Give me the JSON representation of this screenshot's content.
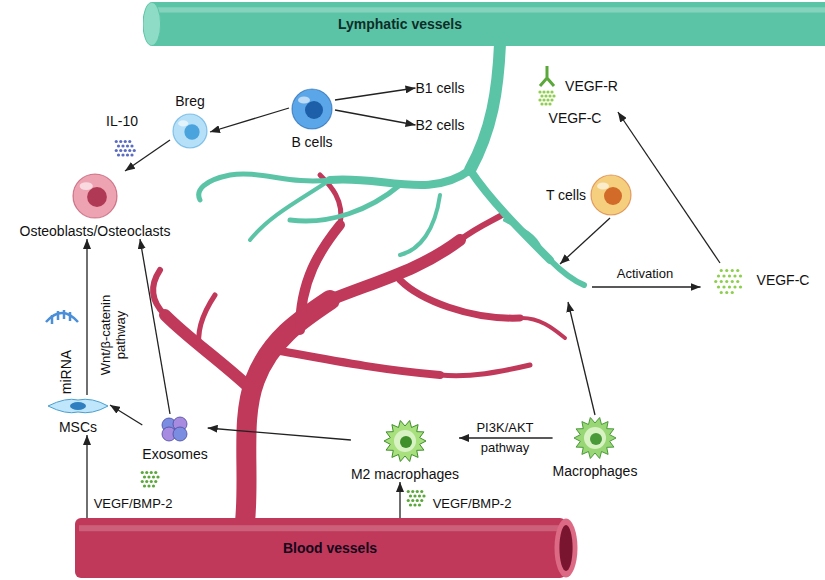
{
  "diagram": {
    "nodes": [
      {
        "text": [
          "Lymphatic vessels"
        ]
      },
      {
        "text": [
          "VEGF-R",
          "VEGF-C"
        ]
      },
      {
        "text": [
          "B cells"
        ]
      },
      {
        "text": [
          "B1 cells"
        ]
      },
      {
        "text": [
          "Breg"
        ]
      },
      {
        "text": [
          "B2 cells"
        ]
      },
      {
        "text": [
          "Osteoblasts/Osteoclasts"
        ]
      },
      {
        "text": [
          "T cells"
        ]
      },
      {
        "text": [
          "VEGF-C"
        ]
      },
      {
        "text": [
          "MSCs"
        ]
      },
      {
        "text": [
          "Exosomes"
        ]
      },
      {
        "text": [
          "M2 macrophages"
        ]
      },
      {
        "text": [
          "Macrophages"
        ]
      },
      {
        "text": [
          "Blood vessels"
        ]
      }
    ],
    "edges": [
      {
        "from": 2,
        "to": 4,
        "arrow": "to"
      },
      {
        "from": 2,
        "to": 3,
        "arrow": "to"
      },
      {
        "from": 2,
        "to": 5,
        "arrow": "to"
      },
      {
        "from": 4,
        "to": 6,
        "arrow": "to"
      },
      {
        "from": 9,
        "to": 6,
        "label": "Wnt/β-catenin pathway",
        "arrow": "to"
      },
      {
        "from": 10,
        "to": 9,
        "arrow": "to"
      },
      {
        "from": 10,
        "to": 6,
        "arrow": "to"
      },
      {
        "from": 11,
        "to": 10,
        "arrow": "to"
      },
      {
        "from": 12,
        "to": 11,
        "label": "PI3K/AKT pathway",
        "arrow": "to"
      },
      {
        "from": 12,
        "to": 0,
        "arrow": "to"
      },
      {
        "from": 7,
        "to": 0,
        "arrow": "to"
      },
      {
        "from": 0,
        "to": 8,
        "label": "Activation",
        "arrow": "to"
      },
      {
        "from": 8,
        "to": 1,
        "arrow": "to"
      },
      {
        "from": 13,
        "to": 9,
        "label": "VEGF/BMP-2",
        "arrow": "to"
      },
      {
        "from": 13,
        "to": 11,
        "label": "VEGF/BMP-2",
        "arrow": "to"
      }
    ],
    "labels": [
      "IL-10",
      "miRNA"
    ]
  }
}
